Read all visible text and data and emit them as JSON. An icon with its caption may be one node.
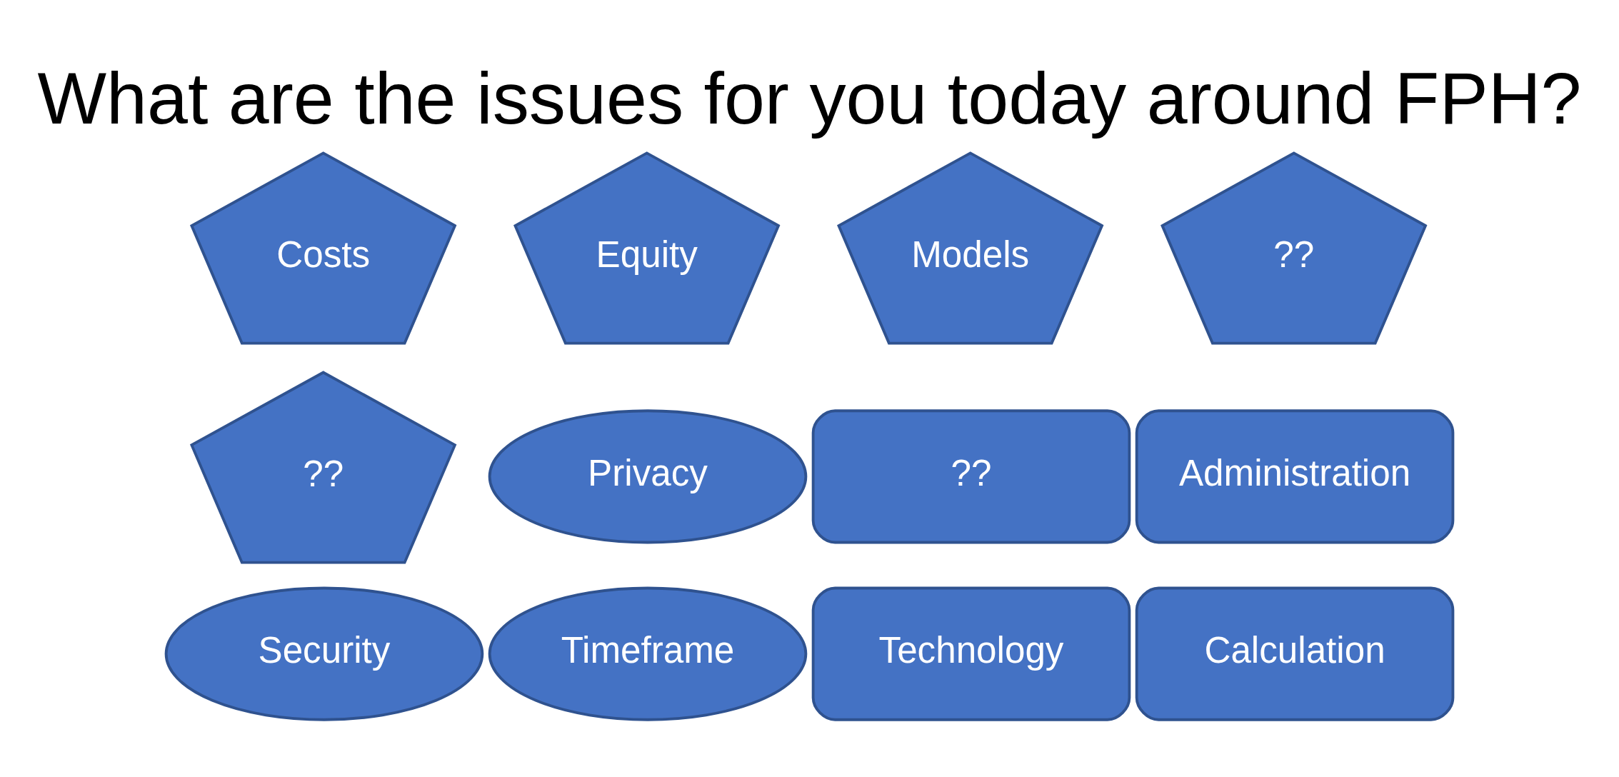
{
  "diagram": {
    "title": "What are the issues for you today around FPH?",
    "nodes": [
      {
        "text": [
          "Costs"
        ]
      },
      {
        "text": [
          "Equity"
        ]
      },
      {
        "text": [
          "Privacy"
        ]
      },
      {
        "text": [
          "??"
        ]
      },
      {
        "text": [
          "Administration"
        ]
      },
      {
        "text": [
          "Security"
        ]
      },
      {
        "text": [
          "Timeframe"
        ]
      },
      {
        "text": [
          "Models"
        ]
      },
      {
        "text": [
          "??"
        ]
      },
      {
        "text": [
          "Technology"
        ]
      },
      {
        "text": [
          "??"
        ]
      },
      {
        "text": [
          "Calculation"
        ]
      }
    ]
  }
}
